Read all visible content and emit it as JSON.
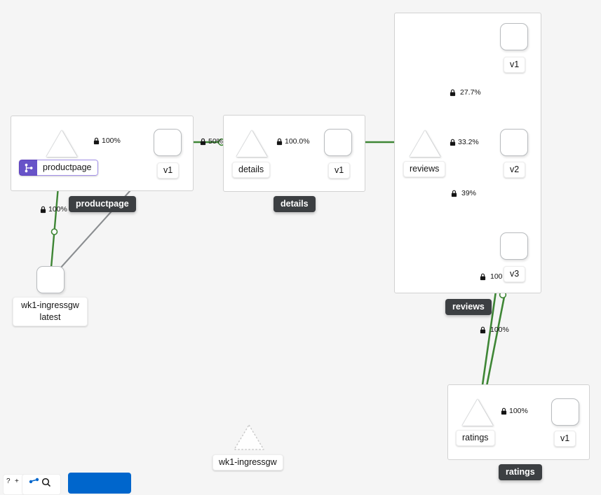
{
  "app": {
    "name": "kiali-service-graph",
    "background_color": "#f5f5f5",
    "edge_color": "#3e8635",
    "edge_color_idle": "#8a8d90",
    "badge_color": "#6753c8",
    "chip_color": "#3c3f42",
    "primary_button_color": "#0066cc"
  },
  "groups": [
    {
      "id": "g-productpage",
      "chip": "productpage"
    },
    {
      "id": "g-details",
      "chip": "details"
    },
    {
      "id": "g-reviews",
      "chip": "reviews"
    },
    {
      "id": "g-ratings",
      "chip": "ratings"
    }
  ],
  "nodes": [
    {
      "id": "svc-productpage",
      "type": "service",
      "label": "productpage",
      "badge": "virtual-service-icon"
    },
    {
      "id": "wl-productpage-v1",
      "type": "workload",
      "label": "v1"
    },
    {
      "id": "svc-details",
      "type": "service",
      "label": "details"
    },
    {
      "id": "wl-details-v1",
      "type": "workload",
      "label": "v1"
    },
    {
      "id": "svc-reviews",
      "type": "service",
      "label": "reviews"
    },
    {
      "id": "wl-reviews-v1",
      "type": "workload",
      "label": "v1"
    },
    {
      "id": "wl-reviews-v2",
      "type": "workload",
      "label": "v2"
    },
    {
      "id": "wl-reviews-v3",
      "type": "workload",
      "label": "v3"
    },
    {
      "id": "svc-ratings",
      "type": "service",
      "label": "ratings"
    },
    {
      "id": "wl-ratings-v1",
      "type": "workload",
      "label": "v1"
    },
    {
      "id": "wl-ingressgw",
      "type": "workload",
      "label": "wk1-ingressgw\nlatest",
      "label_line1": "wk1-ingressgw",
      "label_line2": "latest"
    },
    {
      "id": "svc-ingressgw",
      "type": "service-idle",
      "label": "wk1-ingressgw"
    }
  ],
  "edges": [
    {
      "id": "e-ingressgw-productpage",
      "from": "wl-ingressgw",
      "to": "svc-productpage",
      "pct": "100%",
      "mtls": true,
      "status": "healthy"
    },
    {
      "id": "e-ingressgw-ppv1",
      "from": "wl-ingressgw",
      "to": "wl-productpage-v1",
      "pct": "",
      "mtls": false,
      "status": "idle"
    },
    {
      "id": "e-productpage-v1",
      "from": "svc-productpage",
      "to": "wl-productpage-v1",
      "pct": "100%",
      "mtls": true,
      "status": "healthy"
    },
    {
      "id": "e-ppv1-details",
      "from": "wl-productpage-v1",
      "to": "svc-details",
      "pct": "50%",
      "mtls": true,
      "status": "healthy"
    },
    {
      "id": "e-details-v1",
      "from": "svc-details",
      "to": "wl-details-v1",
      "pct": "100.0%",
      "mtls": true,
      "status": "healthy"
    },
    {
      "id": "e-detailsv1-reviews",
      "from": "wl-details-v1",
      "to": "svc-reviews",
      "pct": "",
      "mtls": false,
      "status": "healthy"
    },
    {
      "id": "e-reviews-v1",
      "from": "svc-reviews",
      "to": "wl-reviews-v1",
      "pct": "27.7%",
      "mtls": true,
      "status": "healthy"
    },
    {
      "id": "e-reviews-v2",
      "from": "svc-reviews",
      "to": "wl-reviews-v2",
      "pct": "33.2%",
      "mtls": true,
      "status": "healthy"
    },
    {
      "id": "e-reviews-v3",
      "from": "svc-reviews",
      "to": "wl-reviews-v3",
      "pct": "39%",
      "mtls": true,
      "status": "healthy"
    },
    {
      "id": "e-reviewsv3-ratings",
      "from": "wl-reviews-v3",
      "to": "svc-ratings",
      "pct": "100",
      "mtls": true,
      "status": "healthy"
    },
    {
      "id": "e-reviewsv2-ratings",
      "from": "wl-reviews-v2",
      "to": "svc-ratings",
      "pct": "100%",
      "mtls": true,
      "status": "healthy"
    },
    {
      "id": "e-ratings-v1",
      "from": "svc-ratings",
      "to": "wl-ratings-v1",
      "pct": "100%",
      "mtls": true,
      "status": "healthy"
    }
  ],
  "edge_labels": {
    "productpage_to_v1": "100%",
    "ingressgw_to_productpage": "100%",
    "ppv1_to_details": "50%",
    "details_to_v1": "100.0%",
    "reviews_to_v1": "27.7%",
    "reviews_to_v2": "33.2%",
    "reviews_to_v3": "39%",
    "reviewsv3_to_ratings": "100",
    "reviewsv2_to_ratings": "100%",
    "ratings_to_v1": "100%"
  },
  "node_labels": {
    "productpage": "productpage",
    "productpage_v1": "v1",
    "details": "details",
    "details_v1": "v1",
    "reviews": "reviews",
    "reviews_v1": "v1",
    "reviews_v2": "v2",
    "reviews_v3": "v3",
    "ratings": "ratings",
    "ratings_v1": "v1",
    "ingressgw_line1": "wk1-ingressgw",
    "ingressgw_line2": "latest",
    "ingressgw_service": "wk1-ingressgw"
  },
  "group_chips": {
    "productpage": "productpage",
    "details": "details",
    "reviews": "reviews",
    "ratings": "ratings"
  }
}
